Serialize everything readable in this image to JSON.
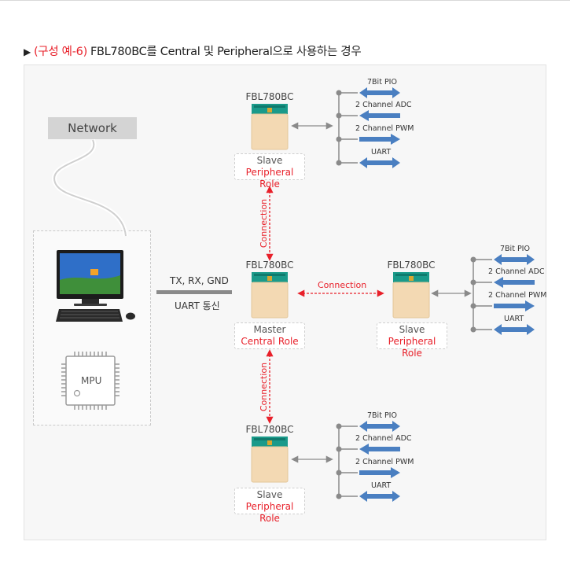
{
  "heading": {
    "prefix": "(구성 예-6)",
    "text": "FBL780BC를 Central 및 Peripheral으로 사용하는 경우"
  },
  "network": {
    "label": "Network"
  },
  "host": {
    "mpu_label": "MPU",
    "link_top": "TX, RX, GND",
    "link_bottom": "UART 통신"
  },
  "devices": {
    "top": {
      "model": "FBL780BC",
      "role_line1": "Slave",
      "role_line2": "Peripheral Role"
    },
    "master": {
      "model": "FBL780BC",
      "role_line1": "Master",
      "role_line2": "Central Role"
    },
    "right": {
      "model": "FBL780BC",
      "role_line1": "Slave",
      "role_line2": "Peripheral Role"
    },
    "bottom": {
      "model": "FBL780BC",
      "role_line1": "Slave",
      "role_line2": "Peripheral Role"
    }
  },
  "connection_label": "Connection",
  "io_labels": [
    "7Bit PIO",
    "2 Channel ADC",
    "2 Channel PWM",
    "UART"
  ],
  "colors": {
    "accent_red": "#e8202a",
    "arrow_blue": "#4a7fc1",
    "module_gold": "#f3d9b3",
    "module_teal": "#1a9a8a"
  }
}
